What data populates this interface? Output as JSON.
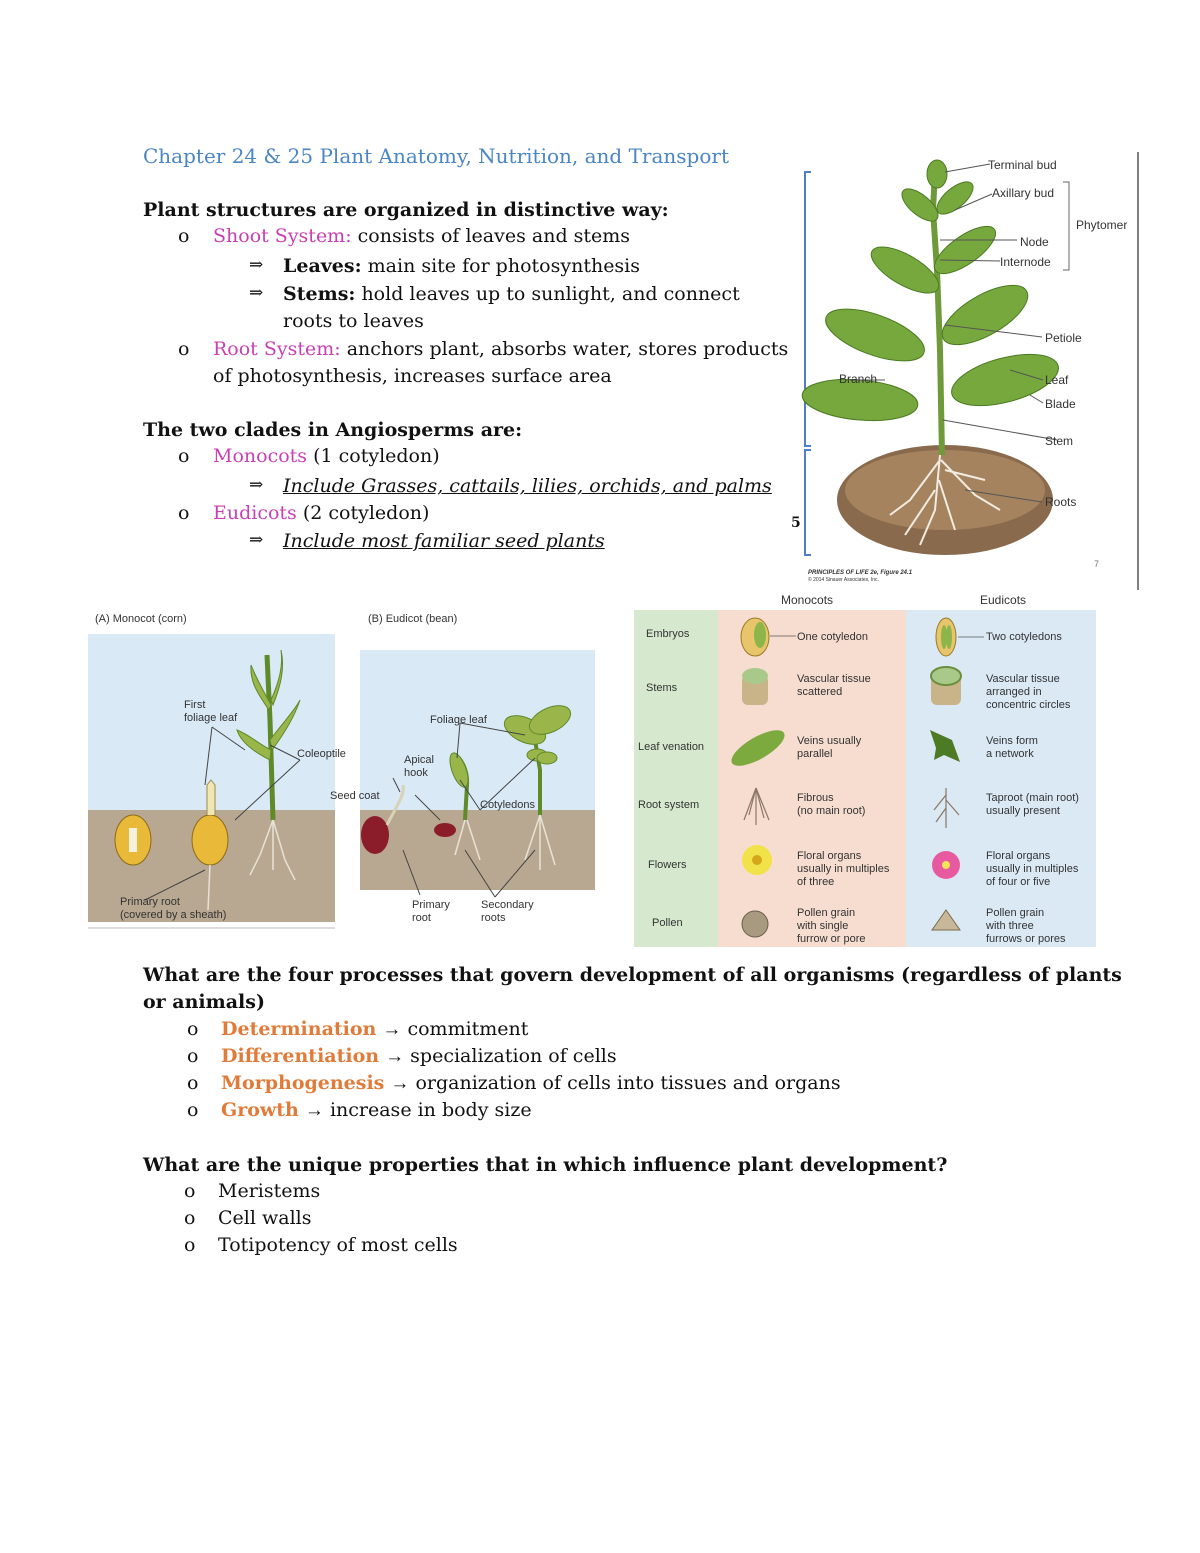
{
  "title": "Chapter 24 & 25 Plant Anatomy, Nutrition, and Transport",
  "s1": {
    "heading": "Plant structures are organized in distinctive way:",
    "shoot_term": "Shoot System:",
    "shoot_text": " consists of leaves and stems",
    "leaves_term": "Leaves:",
    "leaves_text": " main site for photosynthesis",
    "stems_term": "Stems:",
    "stems_text": " hold leaves up to sunlight, and connect",
    "stems_text2": "roots to leaves",
    "root_term": "Root System:",
    "root_text": " anchors plant, absorbs water, stores products",
    "root_text2": "of photosynthesis, increases surface area"
  },
  "s2": {
    "heading": "The two clades in Angiosperms are:",
    "mono_term": "Monocots",
    "mono_text": " (1 cotyledon)",
    "mono_sub": "Include Grasses, cattails, lilies, orchids, and palms",
    "eudi_term": "Eudicots",
    "eudi_text": " (2 cotyledon)",
    "eudi_sub": "Include most familiar seed plants"
  },
  "bullet": "o",
  "arrow": "⇒",
  "stray_mark": "5",
  "plant_fig": {
    "labels": [
      "Terminal bud",
      "Axillary bud",
      "Node",
      "Internode",
      "Phytomer",
      "Petiole",
      "Branch",
      "Leaf",
      "Blade",
      "Stem",
      "Roots"
    ],
    "credit1": "PRINCIPLES OF LIFE 2e, Figure 24.1",
    "credit2": "© 2014 Sinauer Associates, Inc.",
    "page_num": "7"
  },
  "seedling_fig": {
    "a_title": "(A) Monocot (corn)",
    "b_title": "(B) Eudicot (bean)",
    "a_labels": [
      "First",
      "foliage leaf",
      "Coleoptile",
      "Primary root",
      "(covered by a sheath)"
    ],
    "b_labels": [
      "Foliage leaf",
      "Apical",
      "hook",
      "Seed coat",
      "Cotyledons",
      "Primary",
      "root",
      "Secondary",
      "roots"
    ]
  },
  "compare_table": {
    "col_mono": "Monocots",
    "col_eudi": "Eudicots",
    "rows": [
      {
        "name": "Embryos",
        "mono": "One cotyledon",
        "eudi": "Two cotyledons"
      },
      {
        "name": "Stems",
        "mono": "Vascular tissue\nscattered",
        "eudi": "Vascular tissue\narranged in\nconcentric circles"
      },
      {
        "name": "Leaf venation",
        "mono": "Veins usually\nparallel",
        "eudi": "Veins form\na network"
      },
      {
        "name": "Root system",
        "mono": "Fibrous\n(no main root)",
        "eudi": "Taproot (main root)\nusually present"
      },
      {
        "name": "Flowers",
        "mono": "Floral organs\nusually in multiples\nof three",
        "eudi": "Floral organs\nusually in multiples\nof four or five"
      },
      {
        "name": "Pollen",
        "mono": "Pollen grain\nwith single\nfurrow or pore",
        "eudi": "Pollen grain\nwith three\nfurrows or pores"
      }
    ],
    "colors": {
      "row_label_bg": "#d6e9cf",
      "mono_bg": "#f6ddd0",
      "eudi_bg": "#dbe9f5"
    }
  },
  "s3": {
    "heading1": "What are the four processes that govern development of all organisms (regardless of plants",
    "heading2": "or animals)",
    "items": [
      {
        "term": "Determination",
        "text": "commitment"
      },
      {
        "term": "Differentiation",
        "text": "specialization of cells"
      },
      {
        "term": "Morphogenesis",
        "text": "organization of cells into tissues and organs"
      },
      {
        "term": "Growth",
        "text": "increase in body size"
      }
    ],
    "arrow": "→"
  },
  "s4": {
    "heading": "What are the unique properties that in which influence plant development?",
    "items": [
      "Meristems",
      "Cell walls",
      "Totipotency of most cells"
    ]
  },
  "colors": {
    "title_blue": "#4a86c5",
    "term_pink": "#c93fb4",
    "term_orange": "#e07b39"
  }
}
